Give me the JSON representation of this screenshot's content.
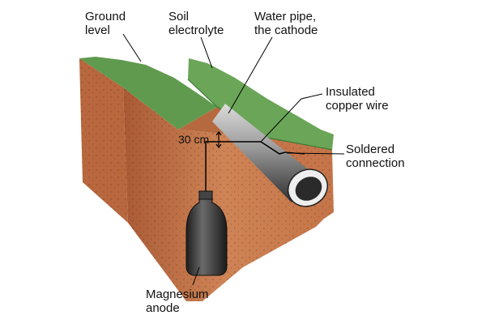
{
  "labels": {
    "ground_level": [
      "Ground",
      "level"
    ],
    "soil_electrolyte": [
      "Soil",
      "electrolyte"
    ],
    "water_pipe": [
      "Water pipe,",
      "the cathode"
    ],
    "insulated_wire": [
      "Insulated",
      "copper wire"
    ],
    "soldered_connection": [
      "Soldered",
      "connection"
    ],
    "magnesium_anode": [
      "Magnesium",
      "anode"
    ],
    "depth": "30 cm"
  },
  "colors": {
    "soil_front": "#c97a4e",
    "soil_side": "#a85a36",
    "grass": "#5f9a4e",
    "pipe": "#3a3a3a",
    "anode": "#2b2b2b",
    "wire": "#000000"
  }
}
